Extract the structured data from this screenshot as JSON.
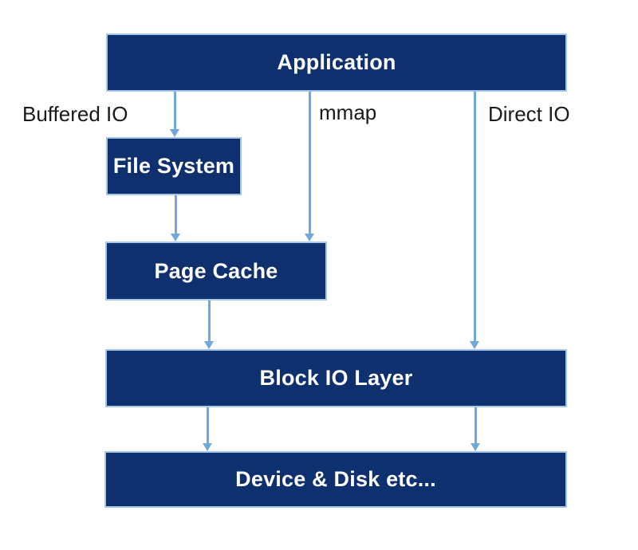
{
  "diagram": {
    "nodes": [
      {
        "id": "application",
        "label": "Application"
      },
      {
        "id": "file-system",
        "label": "File System"
      },
      {
        "id": "page-cache",
        "label": "Page Cache"
      },
      {
        "id": "block-io-layer",
        "label": "Block IO Layer"
      },
      {
        "id": "device-disk",
        "label": "Device & Disk etc..."
      }
    ],
    "edges": [
      {
        "from": "application",
        "to": "file-system",
        "label": "Buffered IO"
      },
      {
        "from": "application",
        "to": "page-cache",
        "label": "mmap"
      },
      {
        "from": "application",
        "to": "block-io-layer",
        "label": "Direct IO"
      },
      {
        "from": "file-system",
        "to": "page-cache",
        "label": ""
      },
      {
        "from": "page-cache",
        "to": "block-io-layer",
        "label": ""
      },
      {
        "from": "block-io-layer",
        "to": "device-disk",
        "label": ""
      },
      {
        "from": "block-io-layer",
        "to": "device-disk",
        "label": ""
      }
    ],
    "colors": {
      "box_fill": "#0f306e",
      "box_border": "#a6c6e7",
      "arrow": "#6fa8dd",
      "box_text": "#ffffff",
      "label_text": "#1a1a1a",
      "background": "#ffffff"
    }
  }
}
